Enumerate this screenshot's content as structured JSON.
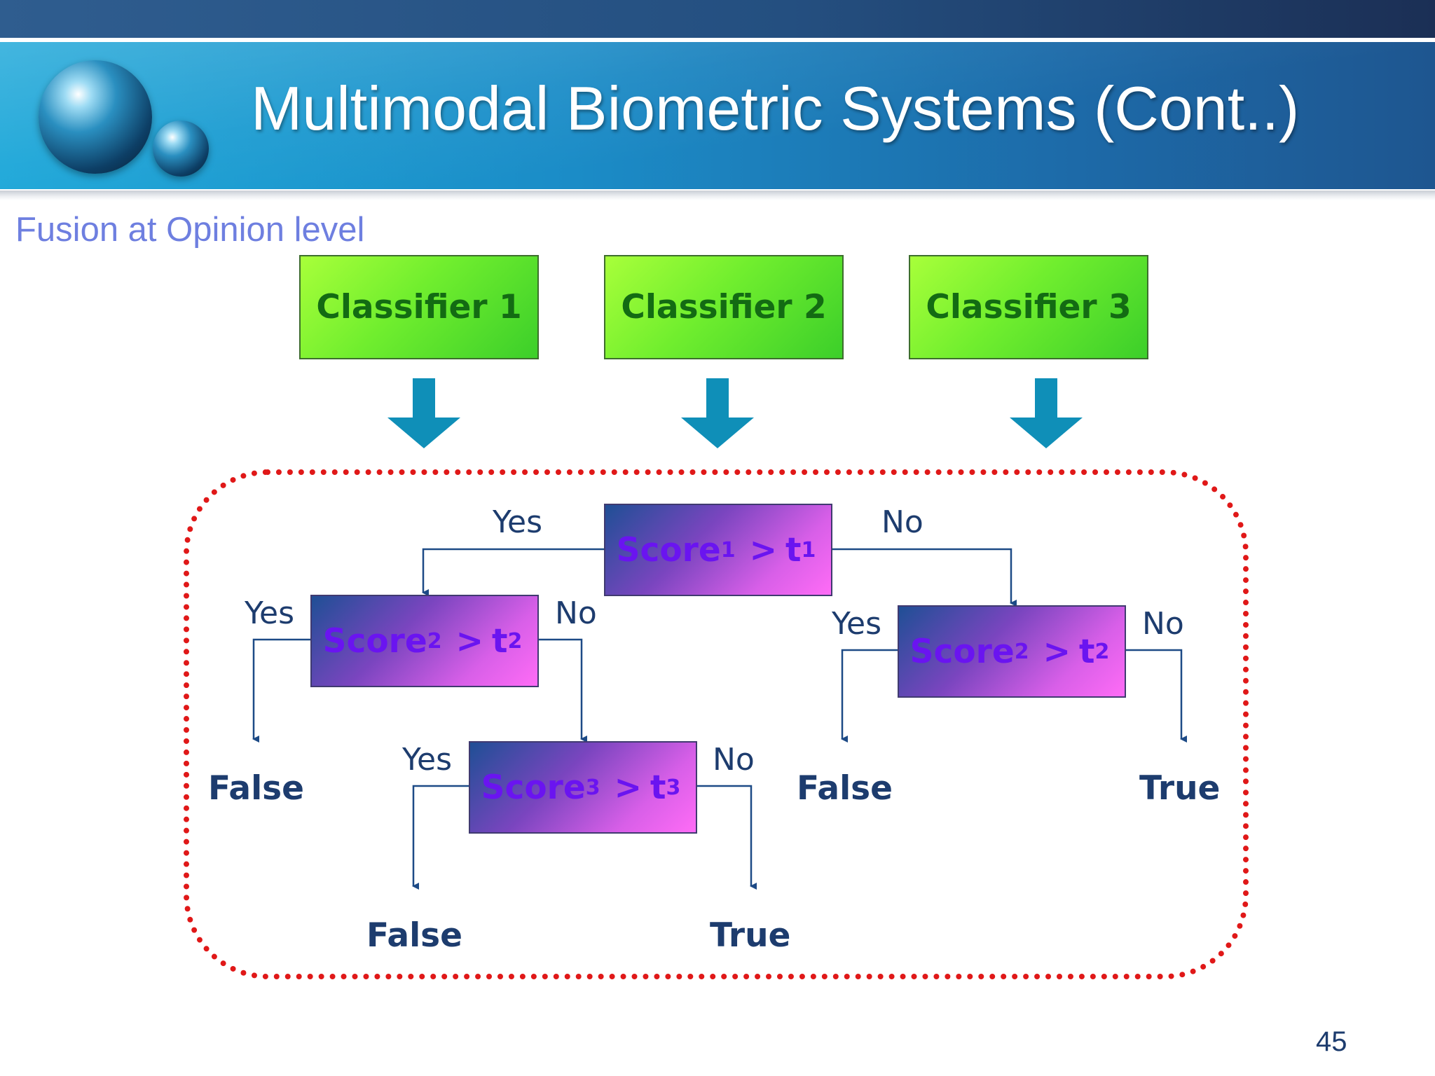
{
  "slide": {
    "title": "Multimodal Biometric Systems (Cont..)",
    "subtitle": "Fusion at Opinion level",
    "page_number": "45"
  },
  "classifiers": [
    "Classifier 1",
    "Classifier 2",
    "Classifier 3"
  ],
  "decisions": {
    "score1": {
      "name": "Score",
      "index": "1",
      "relation": ">",
      "threshold": "t",
      "threshold_index": "1"
    },
    "score2_left": {
      "name": "Score",
      "index": "2",
      "relation": ">",
      "threshold": "t",
      "threshold_index": "2"
    },
    "score2_right": {
      "name": "Score",
      "index": "2",
      "relation": ">",
      "threshold": "t",
      "threshold_index": "2"
    },
    "score3": {
      "name": "Score",
      "index": "3",
      "relation": ">",
      "threshold": "t",
      "threshold_index": "3"
    }
  },
  "edge_labels": {
    "yes": "Yes",
    "no": "No"
  },
  "outcomes": {
    "false": "False",
    "true": "True"
  },
  "colors": {
    "title_band": "#1b8cc7",
    "classifier_fill": "#70ee2e",
    "classifier_text": "#136b13",
    "decision_text": "#6a14f0",
    "outcome_text": "#1d3c6e",
    "subtitle_text": "#6e7fe0",
    "fusion_border": "#e01818",
    "arrow_fill": "#0f8fb8"
  }
}
